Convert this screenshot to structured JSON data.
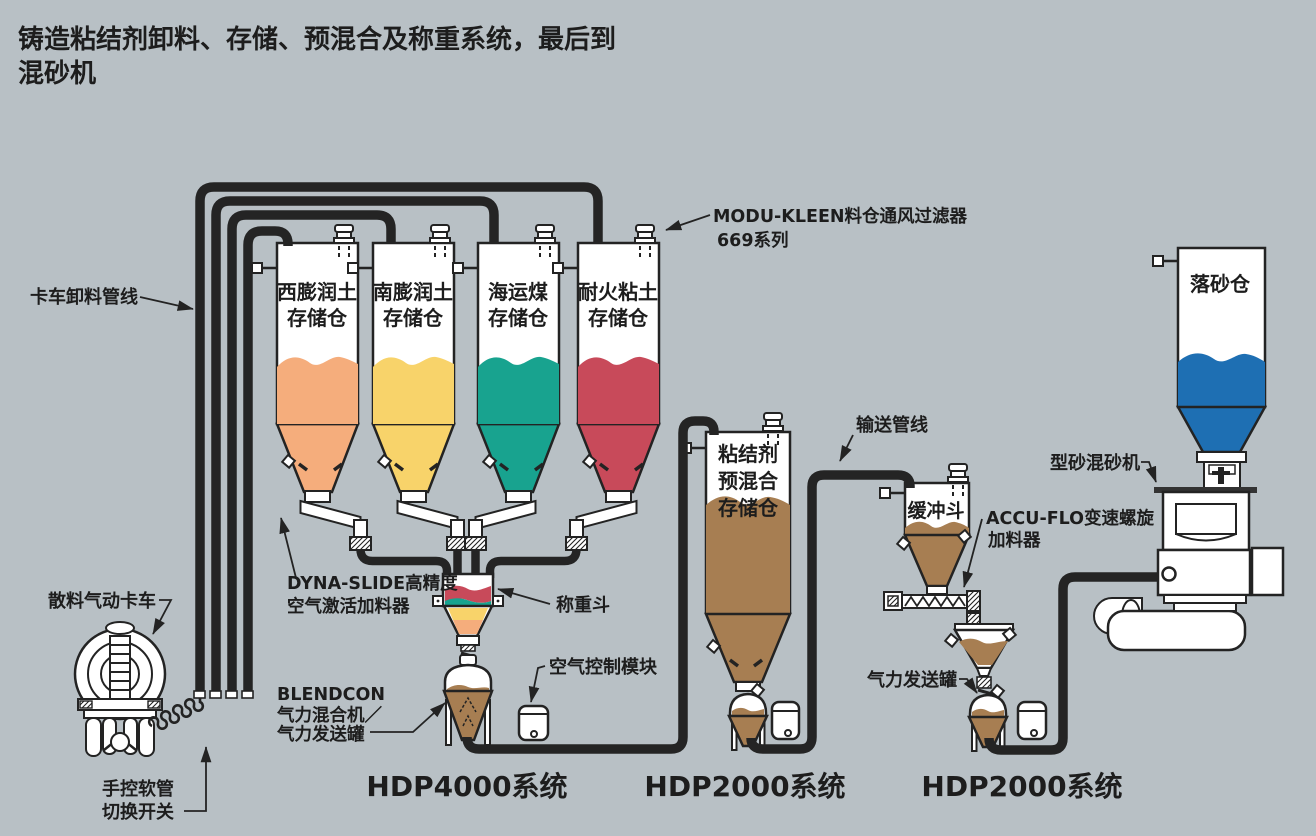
{
  "title": {
    "line1": "铸造粘结剂卸料、存储、预混合及称重系统，最后到",
    "line2": "混砂机"
  },
  "colors": {
    "background": "#b8c0c5",
    "west_bentonite_orange": "#f5ad7c",
    "south_bentonite_yellow": "#f8d36a",
    "seacoal_teal": "#18a38f",
    "fireclay_red": "#c84a5a",
    "binder_brown": "#a77e52",
    "shakeout_blue": "#1e6fb3",
    "pipe_black": "#242424"
  },
  "silos": [
    {
      "label_line1": "西膨润土",
      "label_line2": "存储仓"
    },
    {
      "label_line1": "南膨润土",
      "label_line2": "存储仓"
    },
    {
      "label_line1": "海运煤",
      "label_line2": "存储仓"
    },
    {
      "label_line1": "耐火粘土",
      "label_line2": "存储仓"
    }
  ],
  "premix_silo": {
    "line1": "粘结剂",
    "line2": "预混合",
    "line3": "存储仓"
  },
  "buffer_hopper": {
    "label": "缓冲斗"
  },
  "shakeout_silo": {
    "label": "落砂仓"
  },
  "annotations": {
    "truck_unload_line": "卡车卸料管线",
    "modu_kleen_line1": "MODU-KLEEN料仓通风过滤器",
    "modu_kleen_line2": "669系列",
    "dyna_slide_line1": "DYNA-SLIDE高精度",
    "dyna_slide_line2": "空气激活加料器",
    "weigh_hopper": "称重斗",
    "air_control_module": "空气控制模块",
    "blendcon_line1": "BLENDCON",
    "blendcon_line2": "气力混合机／",
    "blendcon_line3": "气力发送罐",
    "bulk_truck": "散料气动卡车",
    "hose_switch_line1": "手控软管",
    "hose_switch_line2": "切换开关",
    "convey_line": "输送管线",
    "accuflo_line1": "ACCU-FLO变速螺旋",
    "accuflo_line2": "加料器",
    "transporter": "气力发送罐",
    "sand_mixer": "型砂混砂机"
  },
  "systems": {
    "hdp4000": "HDP4000系统",
    "hdp2000_mid": "HDP2000系统",
    "hdp2000_right": "HDP2000系统"
  }
}
